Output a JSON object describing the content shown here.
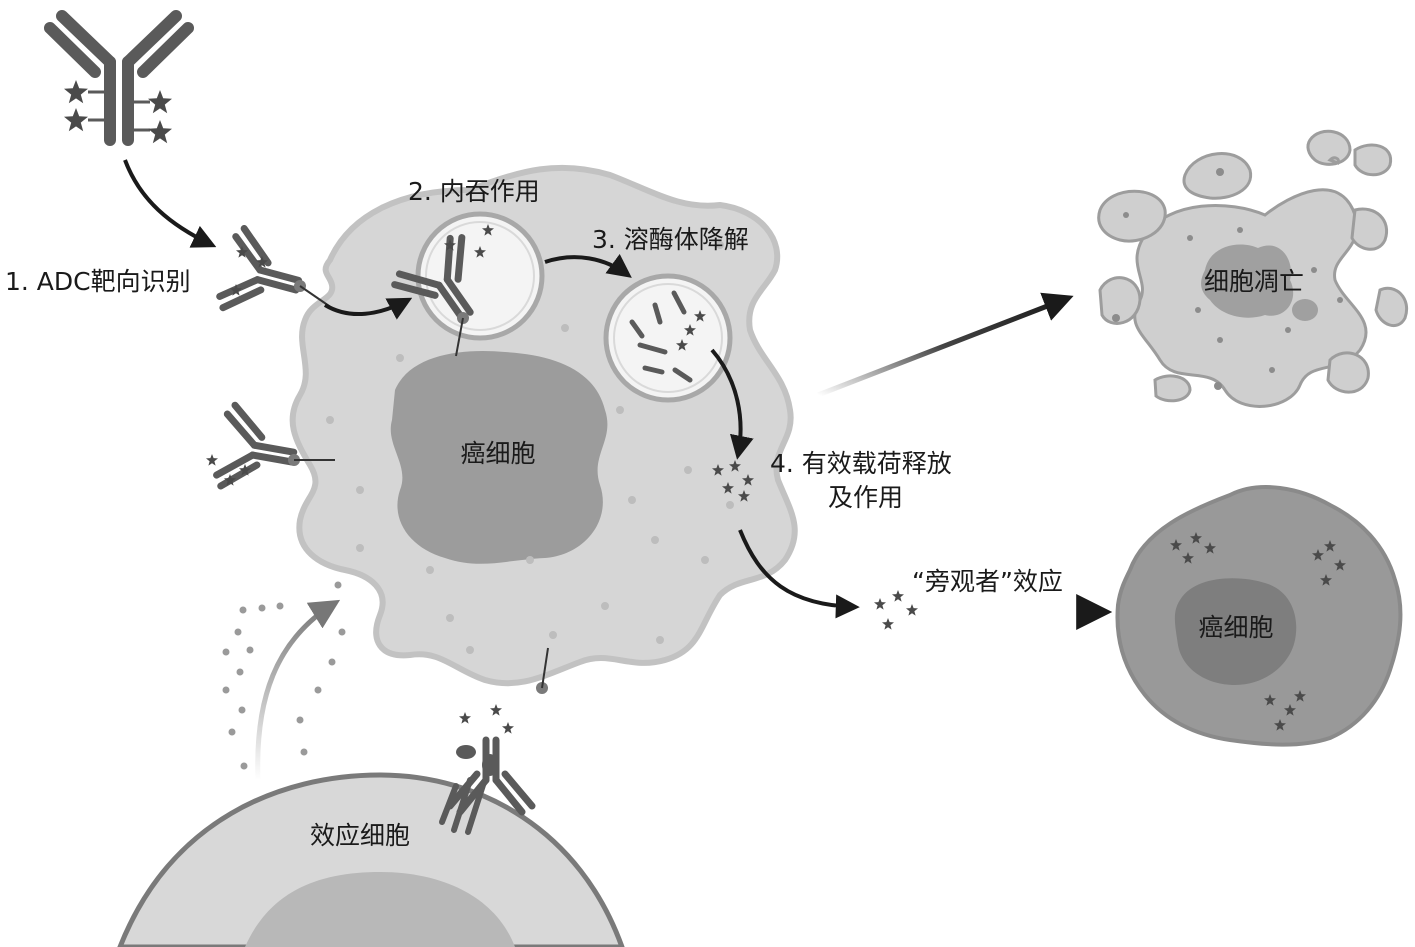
{
  "labels": {
    "step1": "1. ADC靶向识别",
    "step2": "2. 内吞作用",
    "step3": "3. 溶酶体降解",
    "step4_line1": "4. 有效载荷释放",
    "step4_line2": "及作用",
    "cancer_cell_main": "癌细胞",
    "apoptosis": "细胞凋亡",
    "bystander": "“旁观者”效应",
    "cancer_cell_secondary": "癌细胞",
    "effector_cell": "效应细胞"
  },
  "colors": {
    "cell_fill": "#d6d6d6",
    "cell_edge": "#c2c2c2",
    "nucleus_fill": "#9c9c9c",
    "antibody": "#5a5a5a",
    "arrow": "#1a1a1a",
    "payload": "#4a4a4a"
  }
}
